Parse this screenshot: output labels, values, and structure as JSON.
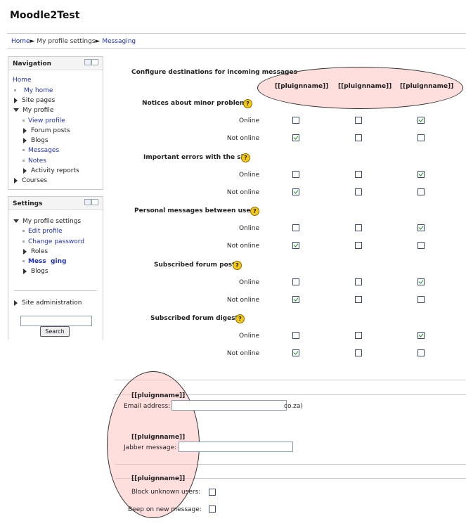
{
  "site": {
    "title": "Moodle2Test"
  },
  "breadcrumb": {
    "home": "Home",
    "sep": "►",
    "settings": "My profile settings",
    "current": "Messaging"
  },
  "navigation": {
    "title": "Navigation",
    "home": "Home",
    "my_home": "My home",
    "site_pages": "Site pages",
    "my_profile": "My profile",
    "view_profile": "View profile",
    "forum_posts": "Forum posts",
    "blogs": "Blogs",
    "messages": "Messages",
    "notes": "Notes",
    "activity_reports": "Activity reports",
    "courses": "Courses"
  },
  "settings": {
    "title": "Settings",
    "my_profile_settings": "My profile settings",
    "edit_profile": "Edit profile",
    "change_password": "Change password",
    "roles": "Roles",
    "messaging": "Mess  ging",
    "blogs": "Blogs",
    "site_administration": "Site administration",
    "search_button": "Search",
    "search_value": ""
  },
  "main": {
    "heading": "Configure destinations for incoming messages",
    "plugins": [
      "[[pluignname]]",
      "[[pluignname]]",
      "[[pluignname]]"
    ],
    "help_icon": "?",
    "online": "Online",
    "not_online": "Not online",
    "groups": [
      {
        "title": "Notices about minor problems",
        "online": [
          false,
          false,
          true
        ],
        "offline": [
          true,
          false,
          false
        ]
      },
      {
        "title": "Important errors with the site",
        "online": [
          false,
          false,
          true
        ],
        "offline": [
          true,
          false,
          false
        ]
      },
      {
        "title": "Personal messages between users",
        "online": [
          false,
          false,
          true
        ],
        "offline": [
          true,
          false,
          false
        ]
      },
      {
        "title": "Subscribed forum posts",
        "online": [
          false,
          false,
          true
        ],
        "offline": [
          true,
          false,
          false
        ]
      },
      {
        "title": "Subscribed forum digests",
        "online": [
          false,
          false,
          true
        ],
        "offline": [
          true,
          false,
          false
        ]
      }
    ]
  },
  "plugin_settings": {
    "email": {
      "title": "[[pluignname]]",
      "label": "Email address:",
      "value": "",
      "suffix": "co.za)"
    },
    "jabber": {
      "title": "[[pluignname]]",
      "label": "Jabber message:",
      "value": ""
    },
    "general": {
      "title": "[[pluignname]]",
      "block_unknown": "Block unknown users:",
      "beep": "Beep on new message:",
      "block_unknown_checked": false,
      "beep_checked": false
    }
  }
}
